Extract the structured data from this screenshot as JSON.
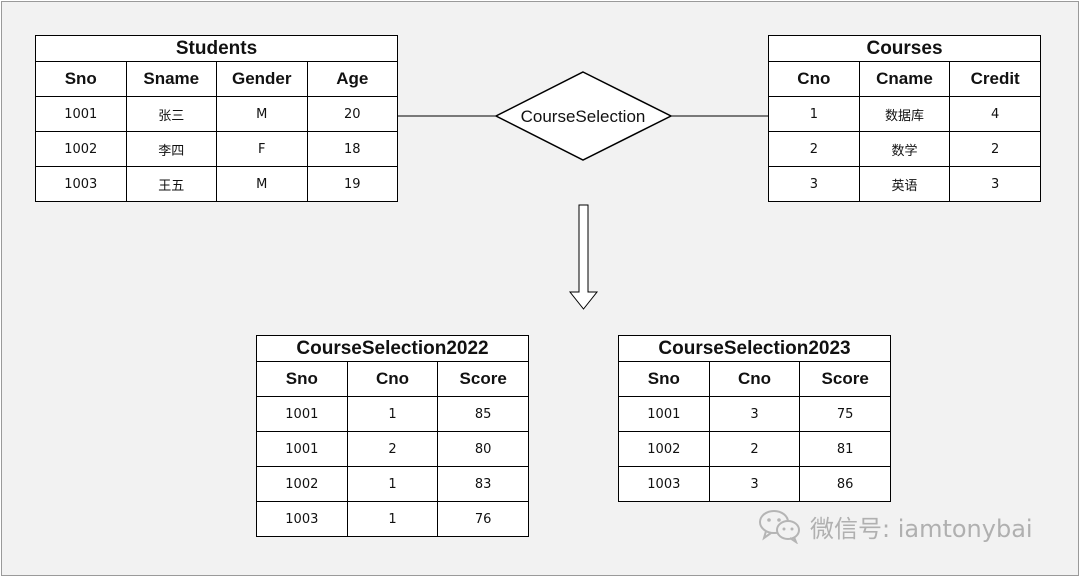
{
  "relationship": {
    "label": "CourseSelection"
  },
  "students": {
    "title": "Students",
    "columns": [
      "Sno",
      "Sname",
      "Gender",
      "Age"
    ],
    "rows": [
      [
        "1001",
        "张三",
        "M",
        "20"
      ],
      [
        "1002",
        "李四",
        "F",
        "18"
      ],
      [
        "1003",
        "王五",
        "M",
        "19"
      ]
    ]
  },
  "courses": {
    "title": "Courses",
    "columns": [
      "Cno",
      "Cname",
      "Credit"
    ],
    "rows": [
      [
        "1",
        "数据库",
        "4"
      ],
      [
        "2",
        "数学",
        "2"
      ],
      [
        "3",
        "英语",
        "3"
      ]
    ]
  },
  "cs2022": {
    "title": "CourseSelection2022",
    "columns": [
      "Sno",
      "Cno",
      "Score"
    ],
    "rows": [
      [
        "1001",
        "1",
        "85"
      ],
      [
        "1001",
        "2",
        "80"
      ],
      [
        "1002",
        "1",
        "83"
      ],
      [
        "1003",
        "1",
        "76"
      ]
    ]
  },
  "cs2023": {
    "title": "CourseSelection2023",
    "columns": [
      "Sno",
      "Cno",
      "Score"
    ],
    "rows": [
      [
        "1001",
        "3",
        "75"
      ],
      [
        "1002",
        "2",
        "81"
      ],
      [
        "1003",
        "3",
        "86"
      ]
    ]
  },
  "watermark": {
    "text": "微信号: iamtonybai"
  }
}
